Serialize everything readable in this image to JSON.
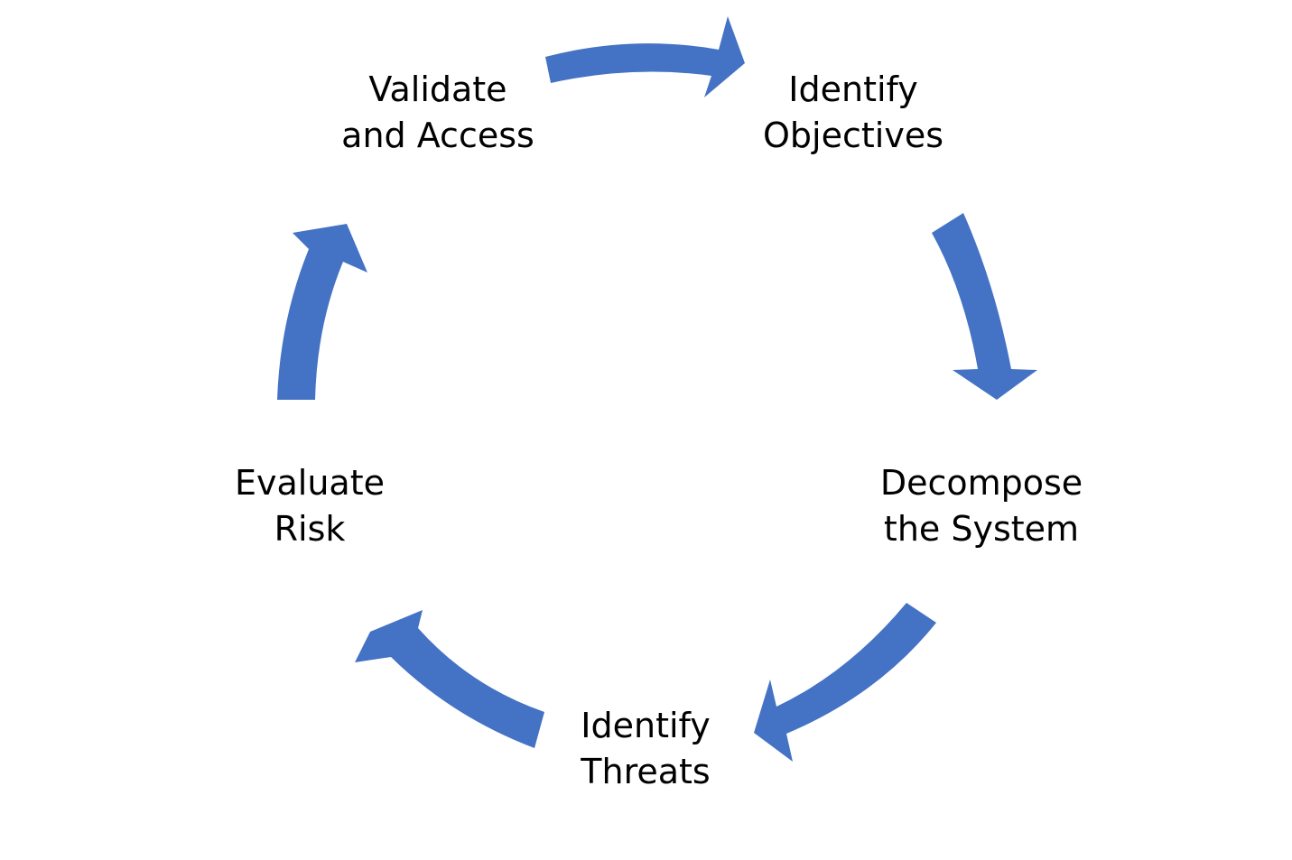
{
  "diagram": {
    "type": "cycle",
    "arrow_color": "#4472C4",
    "text_color": "#000000",
    "steps": [
      {
        "line1": "Identify",
        "line2": "Objectives"
      },
      {
        "line1": "Decompose",
        "line2": "the System"
      },
      {
        "line1": "Identify",
        "line2": "Threats"
      },
      {
        "line1": "Evaluate",
        "line2": "Risk"
      },
      {
        "line1": "Validate",
        "line2": "and Access"
      }
    ],
    "arrows": [
      {
        "from": "Validate and Access",
        "to": "Identify Objectives"
      },
      {
        "from": "Identify Objectives",
        "to": "Decompose the System"
      },
      {
        "from": "Decompose the System",
        "to": "Identify Threats"
      },
      {
        "from": "Identify Threats",
        "to": "Evaluate Risk"
      },
      {
        "from": "Evaluate Risk",
        "to": "Validate and Access"
      }
    ]
  }
}
